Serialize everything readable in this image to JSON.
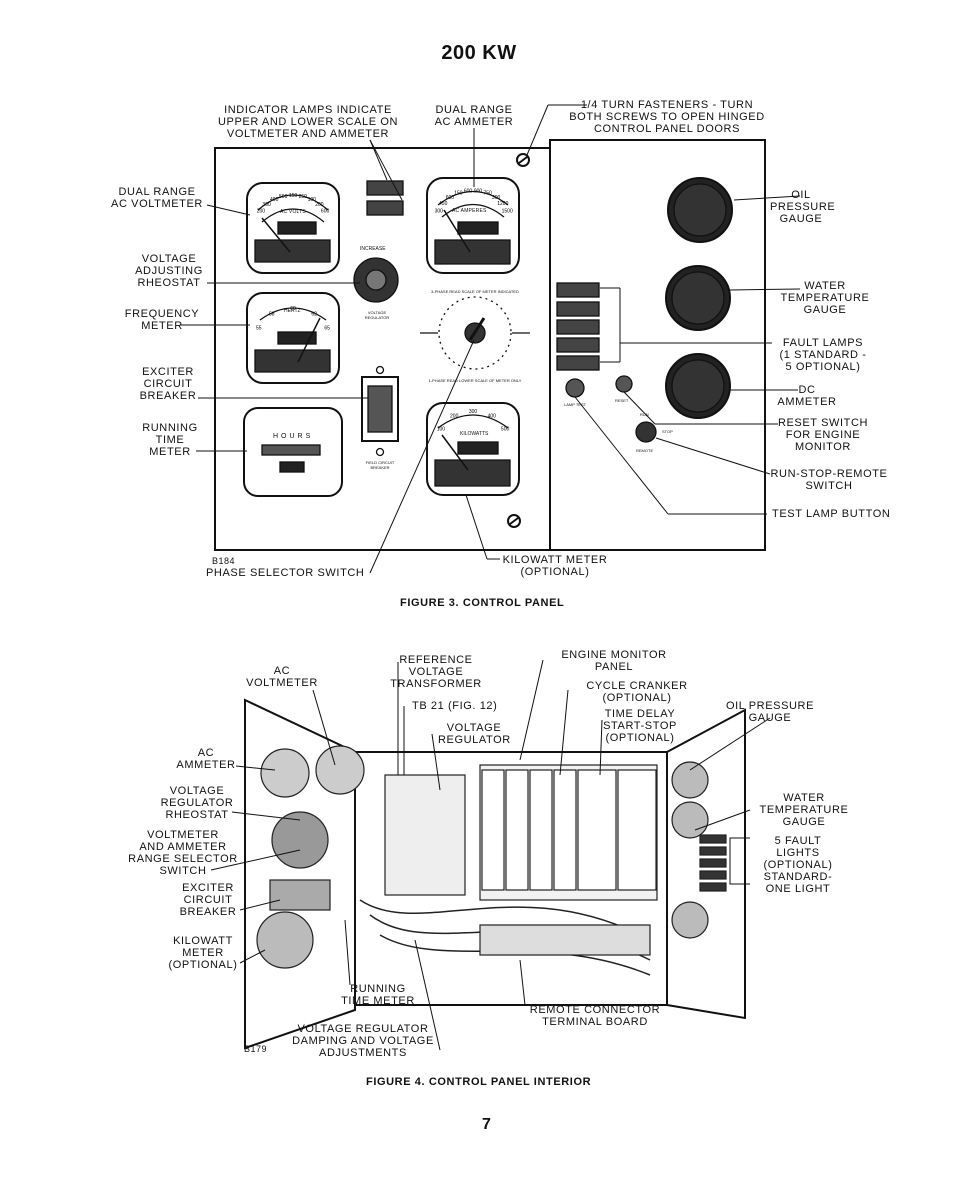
{
  "page_title": "200 KW",
  "figure3": {
    "caption": "FIGURE 3.  CONTROL PANEL",
    "code": "B184",
    "labels": {
      "indicator_lamps": [
        "INDICATOR LAMPS INDICATE",
        "UPPER AND LOWER SCALE ON",
        "VOLTMETER AND AMMETER"
      ],
      "dual_range_ammeter": [
        "DUAL RANGE",
        "AC AMMETER"
      ],
      "fasteners": [
        "1/4 TURN FASTENERS - TURN",
        "BOTH SCREWS TO OPEN HINGED",
        "CONTROL PANEL DOORS"
      ],
      "dual_range_voltmeter": [
        "DUAL RANGE",
        "AC VOLTMETER"
      ],
      "voltage_rheostat": [
        "VOLTAGE",
        "ADJUSTING",
        "RHEOSTAT"
      ],
      "frequency_meter": [
        "FREQUENCY",
        "METER"
      ],
      "exciter_breaker": [
        "EXCITER",
        "CIRCUIT",
        "BREAKER"
      ],
      "running_time_meter": [
        "RUNNING",
        "TIME",
        "METER"
      ],
      "phase_selector": "PHASE SELECTOR SWITCH",
      "kilowatt_meter": [
        "KILOWATT METER",
        "(OPTIONAL)"
      ],
      "oil_pressure": [
        "OIL",
        "PRESSURE",
        "GAUGE"
      ],
      "water_temp": [
        "WATER",
        "TEMPERATURE",
        "GAUGE"
      ],
      "fault_lamps": [
        "FAULT LAMPS",
        "(1 STANDARD -",
        "5 OPTIONAL)"
      ],
      "dc_ammeter": [
        "DC",
        "AMMETER"
      ],
      "reset_switch": [
        "RESET SWITCH",
        "FOR ENGINE",
        "MONITOR"
      ],
      "run_stop_remote": [
        "RUN-STOP-REMOTE",
        "SWITCH"
      ],
      "test_lamp": "TEST LAMP BUTTON"
    },
    "panel_text": {
      "ac_volts": "AC VOLTS",
      "ac_amperes": "AC AMPERES",
      "hertz": "HERTZ",
      "kilowatts": "KILOWATTS",
      "hours": "HOURS",
      "increase": "INCREASE",
      "voltage_regulator": "VOLTAGE REGULATOR",
      "read_upper": "3-PHASE READ SCALE OF METER INDICATED",
      "read_lower": "1-PHASE READ LOWER SCALE OF METER ONLY",
      "field_breaker": "FIELD CIRCUIT BREAKER",
      "lamp_test": "LAMP TEST",
      "reset": "RESET",
      "run": "RUN",
      "stop": "STOP",
      "remote": "REMOTE",
      "volt_scale": [
        "200",
        "300",
        "400",
        "500",
        "150",
        "250",
        "100",
        "200",
        "600"
      ],
      "amp_scale": [
        "300",
        "450",
        "600",
        "150",
        "600",
        "900",
        "750",
        "300",
        "1200",
        "1500"
      ],
      "hz_scale": [
        "55",
        "58",
        "60",
        "62",
        "65"
      ],
      "kw_scale": [
        "100",
        "200",
        "300",
        "400",
        "500"
      ]
    }
  },
  "figure4": {
    "caption": "FIGURE 4.  CONTROL PANEL INTERIOR",
    "code": "B179",
    "labels": {
      "ac_voltmeter": [
        "AC",
        "VOLTMETER"
      ],
      "ref_transformer": [
        "REFERENCE",
        "VOLTAGE",
        "TRANSFORMER"
      ],
      "engine_monitor": [
        "ENGINE MONITOR",
        "PANEL"
      ],
      "cycle_cranker": [
        "CYCLE CRANKER",
        "(OPTIONAL)"
      ],
      "tb21": "TB 21 (FIG. 12)",
      "voltage_regulator": [
        "VOLTAGE",
        "REGULATOR"
      ],
      "time_delay": [
        "TIME DELAY",
        "START-STOP",
        "(OPTIONAL)"
      ],
      "oil_pressure": [
        "OIL PRESSURE",
        "GAUGE"
      ],
      "ac_ammeter": [
        "AC",
        "AMMETER"
      ],
      "vr_rheostat": [
        "VOLTAGE",
        "REGULATOR",
        "RHEOSTAT"
      ],
      "range_selector": [
        "VOLTMETER",
        "AND AMMETER",
        "RANGE SELECTOR",
        "SWITCH"
      ],
      "exciter_breaker": [
        "EXCITER",
        "CIRCUIT",
        "BREAKER"
      ],
      "kilowatt_meter": [
        "KILOWATT",
        "METER",
        "(OPTIONAL)"
      ],
      "water_temp": [
        "WATER",
        "TEMPERATURE",
        "GAUGE"
      ],
      "fault_lights": [
        "5 FAULT",
        "LIGHTS",
        "(OPTIONAL)",
        "STANDARD-",
        "ONE LIGHT"
      ],
      "running_time": [
        "RUNNING",
        "TIME METER"
      ],
      "remote_connector": [
        "REMOTE CONNECTOR",
        "TERMINAL BOARD"
      ],
      "damping": [
        "VOLTAGE REGULATOR",
        "DAMPING AND VOLTAGE",
        "ADJUSTMENTS"
      ]
    }
  },
  "page_number": "7"
}
